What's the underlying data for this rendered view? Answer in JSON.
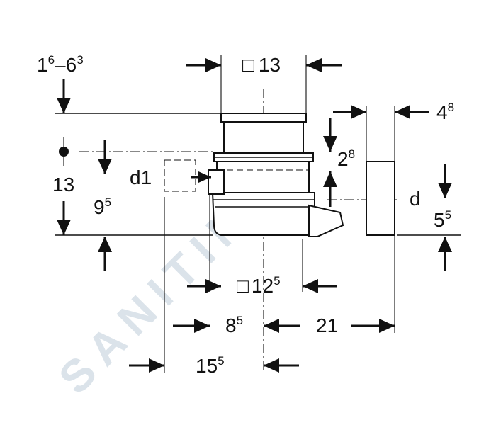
{
  "watermark": "SANITINO",
  "dimensions": {
    "range_base": "1",
    "range_base_sup": "6",
    "range_sep": "–",
    "range_end": "6",
    "range_end_sup": "3",
    "square_symbol": "□",
    "square_top": "13",
    "square_bottom": "12",
    "square_bottom_sup": "5",
    "height_total": "13",
    "height_inner": "9",
    "height_inner_sup": "5",
    "pipe_diameter_left": "d1",
    "pipe_diameter_right": "d",
    "right_top": "4",
    "right_top_sup": "8",
    "offset_mid": "2",
    "offset_mid_sup": "8",
    "right_bottom": "5",
    "right_bottom_sup": "5",
    "width_left": "8",
    "width_left_sup": "5",
    "width_right": "21",
    "width_outer": "15",
    "width_outer_sup": "5"
  }
}
